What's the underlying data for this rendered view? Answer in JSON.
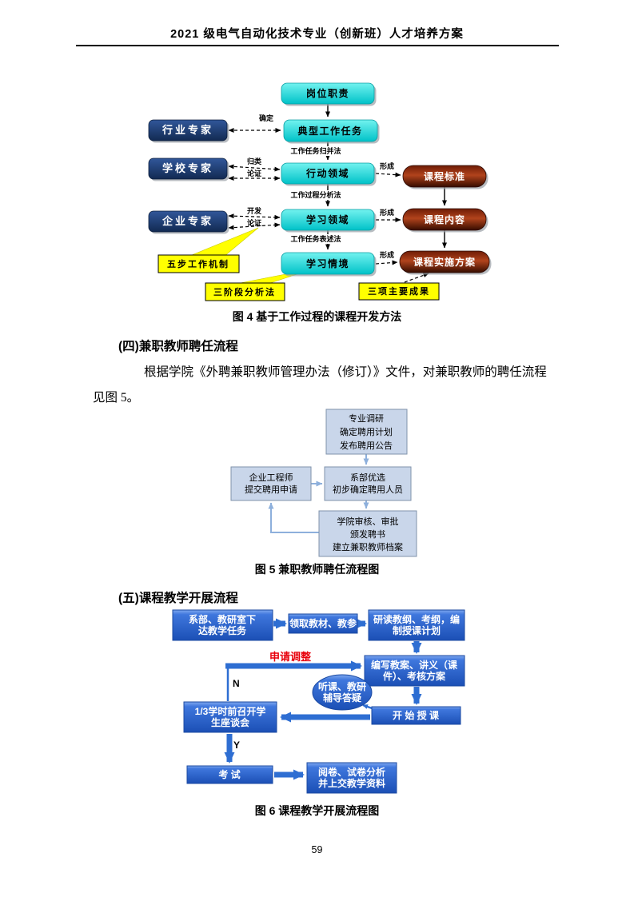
{
  "document": {
    "header_title": "2021 级电气自动化技术专业（创新班）人才培养方案",
    "page_number": "59",
    "section4_heading": "(四)兼职教师聘任流程",
    "para_line1": "根据学院《外聘兼职教师管理办法（修订）》文件，对兼职教师的聘任流程",
    "para_line2": "见图 5。",
    "section5_heading": "(五)课程教学开展流程"
  },
  "fig4": {
    "caption": "图 4   基于工作过程的课程开发方法",
    "post": "岗位职责",
    "industry": "行业专家",
    "school": "学校专家",
    "enterprise": "企业专家",
    "typical": "典型工作任务",
    "action": "行动领域",
    "learning": "学习领域",
    "situation": "学习情境",
    "standard": "课程标准",
    "content": "课程内容",
    "implement": "课程实施方案",
    "five_step": "五步工作机制",
    "three_stage": "三阶段分析法",
    "three_results": "三项主要成果",
    "lbl_confirm": "确定",
    "lbl_classify": "归类",
    "lbl_verify1": "论证",
    "lbl_develop": "开发",
    "lbl_verify2": "论证",
    "lbl_method1": "工作任务归并法",
    "lbl_method2": "工作过程分析法",
    "lbl_method3": "工作任务表述法",
    "lbl_form1": "形成",
    "lbl_form2": "形成",
    "lbl_form3": "形成"
  },
  "fig5": {
    "caption": "图 5   兼职教师聘任流程图",
    "top1": "专业调研",
    "top2": "确定聘用计划",
    "top3": "发布聘用公告",
    "left1": "企业工程师",
    "left2": "提交聘用申请",
    "mid1": "系部优选",
    "mid2": "初步确定聘用人员",
    "bot1": "学院审核、审批",
    "bot2": "颁发聘书",
    "bot3": "建立兼职教师档案"
  },
  "fig6": {
    "caption": "图 6   课程教学开展流程图",
    "assign1": "系部、教研室下",
    "assign2": "达教学任务",
    "materials": "领取教材、教参",
    "study1": "研读教纲、考纲，编",
    "study2": "制授课计划",
    "prepare1": "编写教案、讲义（课",
    "prepare2": "件）、考核方案",
    "listen1": "听课、教研",
    "listen2": "辅导答疑",
    "start": "开 始 授 课",
    "symposium1": "1/3学时前召开学",
    "symposium2": "生座谈会",
    "exam": "考  试",
    "marking1": "阅卷、试卷分析",
    "marking2": "并上交教学资料",
    "adjust": "申请调整",
    "branch_n": "N",
    "branch_y": "Y"
  },
  "colors": {
    "flow_blue": "#2e6ed2",
    "cyan_node": "#00cdd1",
    "navy_node": "#17375e",
    "maroon_node": "#8b2500",
    "yellow_note": "#ffff00",
    "fig5_node_fill": "#c9d6ea",
    "fig5_arrow": "#8eb0dc",
    "adjust_label_red": "#e8000b"
  }
}
